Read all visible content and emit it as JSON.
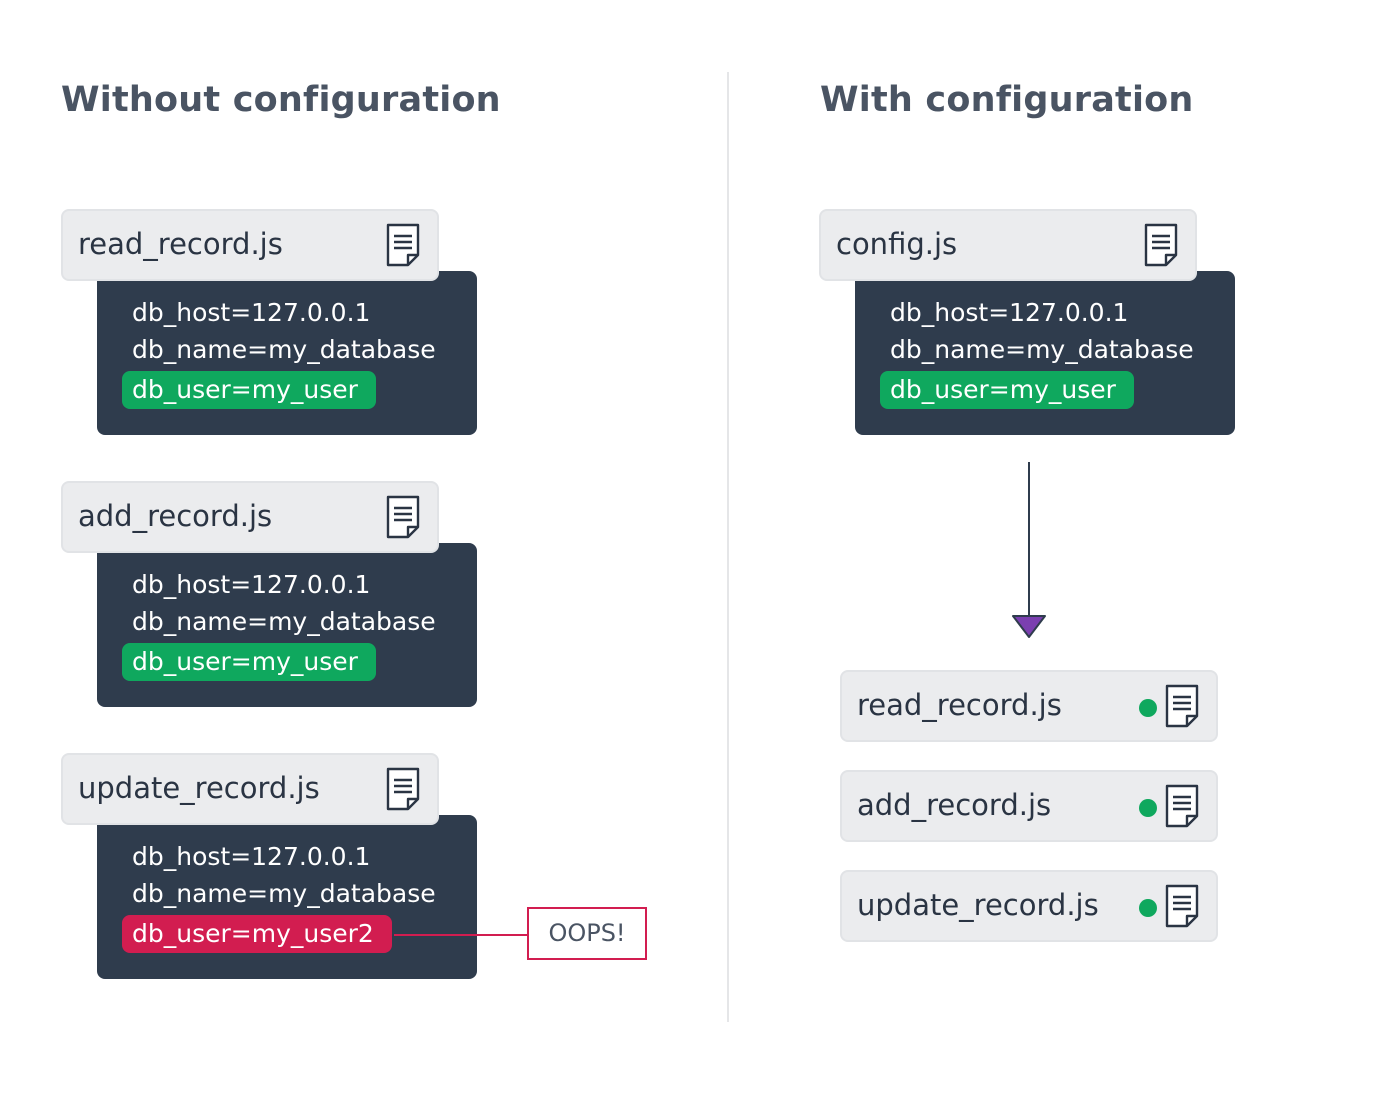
{
  "left": {
    "heading": "Without configuration",
    "files": [
      {
        "name": "read_record.js",
        "lines": [
          "db_host=127.0.0.1",
          "db_name=my_database",
          "db_user=my_user"
        ]
      },
      {
        "name": "add_record.js",
        "lines": [
          "db_host=127.0.0.1",
          "db_name=my_database",
          "db_user=my_user"
        ]
      },
      {
        "name": "update_record.js",
        "lines": [
          "db_host=127.0.0.1",
          "db_name=my_database",
          "db_user=my_user2"
        ]
      }
    ],
    "oops_label": "OOPS!"
  },
  "right": {
    "heading": "With configuration",
    "config": {
      "name": "config.js",
      "lines": [
        "db_host=127.0.0.1",
        "db_name=my_database",
        "db_user=my_user"
      ]
    },
    "files": [
      {
        "name": "read_record.js"
      },
      {
        "name": "add_record.js"
      },
      {
        "name": "update_record.js"
      }
    ]
  },
  "colors": {
    "ok": "#0fa85e",
    "error": "#d21d50",
    "code_bg": "#2f3c4d",
    "arrow": "#7b3fb0"
  },
  "icons": {
    "file": "document-icon",
    "status": "green-dot-icon",
    "flow": "arrow-down-icon"
  }
}
